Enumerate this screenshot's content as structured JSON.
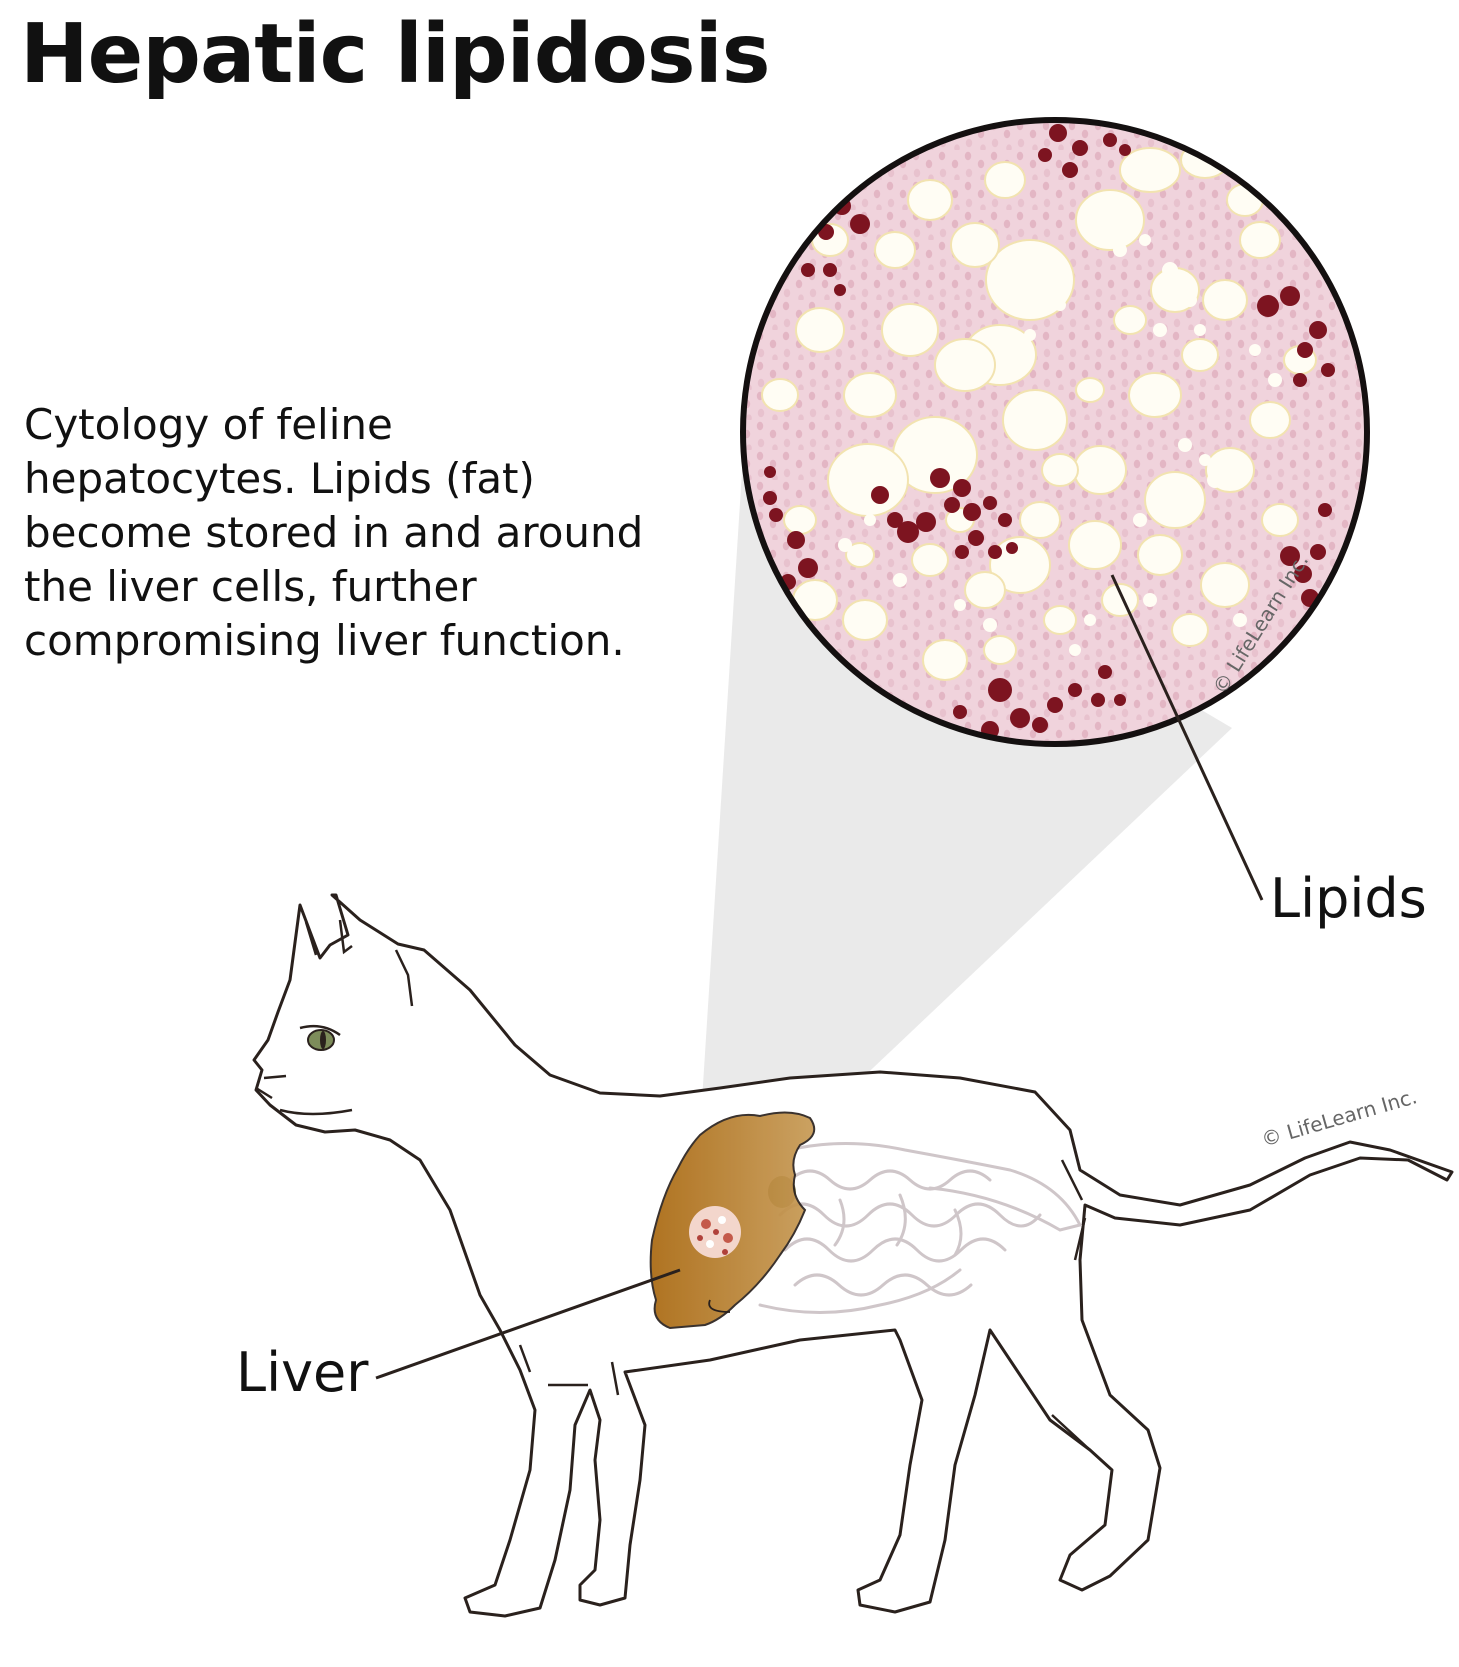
{
  "title": "Hepatic lipidosis",
  "caption_lines": [
    "Cytology of feline",
    "hepatocytes.  Lipids (fat)",
    "become stored in and around",
    "the liver cells, further",
    "compromising liver function."
  ],
  "labels": {
    "lipids": "Lipids",
    "liver": "Liver"
  },
  "watermarks": {
    "circle": "© LifeLearn Inc.",
    "tail": "© LifeLearn Inc."
  },
  "colors": {
    "tissue_background": "#f0d3dc",
    "lipid_vacuole": "#fffdf4",
    "lipid_rim": "#f2e3b0",
    "red_cell": "#7d1420",
    "liver": "#b67622",
    "outline": "#2a211d",
    "magnifier_cone": "#d9d9d9"
  }
}
